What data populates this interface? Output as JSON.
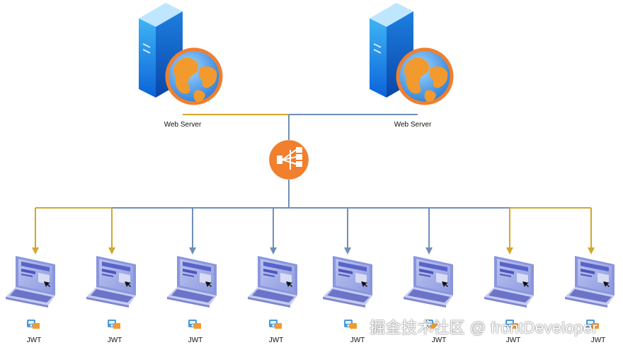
{
  "servers": [
    {
      "label": "Web Server"
    },
    {
      "label": "Web Server"
    }
  ],
  "clients": [
    {
      "label": "JWT",
      "link": "gold"
    },
    {
      "label": "JWT",
      "link": "gold"
    },
    {
      "label": "JWT",
      "link": "blue"
    },
    {
      "label": "JWT",
      "link": "blue"
    },
    {
      "label": "JWT",
      "link": "blue"
    },
    {
      "label": "JWT",
      "link": "blue"
    },
    {
      "label": "JWT",
      "link": "gold"
    },
    {
      "label": "JWT",
      "link": "gold"
    }
  ],
  "colors": {
    "gold": "#d6a62b",
    "blue": "#6f8fb8",
    "balancer": "#f07f2e"
  },
  "watermark": "掘金技术社区 @ frontDeveloper",
  "icons": {
    "server": "server-globe-icon",
    "balancer": "load-balancer-icon",
    "client": "laptop-icon",
    "token": "token-badge-icon"
  }
}
